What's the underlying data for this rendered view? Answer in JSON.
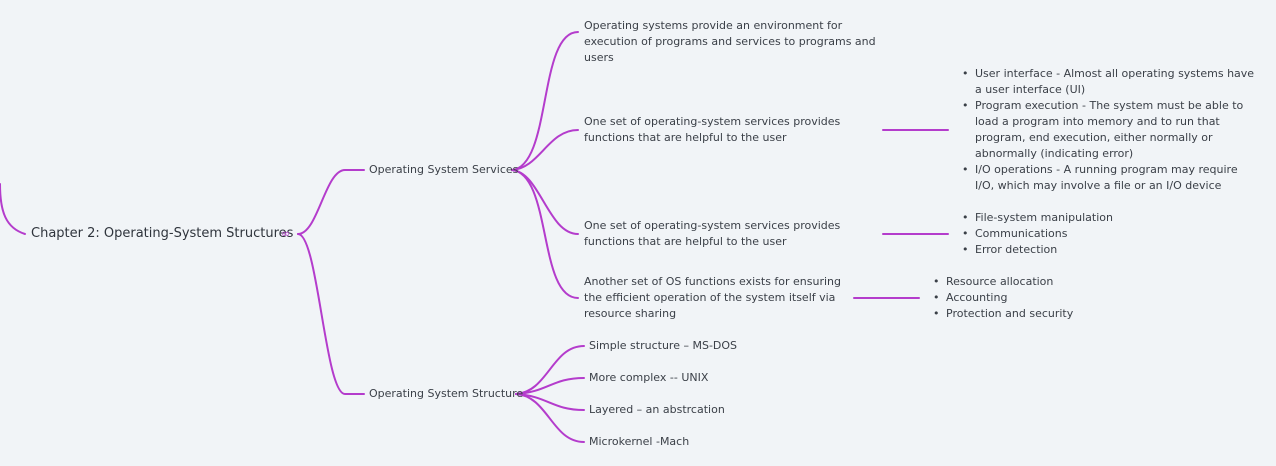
{
  "root": {
    "label": "Chapter 2: Operating-System Structures",
    "link_icon": "link-icon"
  },
  "branches": [
    {
      "label": "Operating System Services",
      "children": [
        {
          "text": "Operating systems provide an environment for execution of programs and services to programs and users",
          "bullets": []
        },
        {
          "text": "One set of operating-system services provides functions that are helpful to the user",
          "bullets": [
            "User interface - Almost all operating systems have a user interface (UI)",
            "Program execution - The system must be able to load a program into memory and to run that program, end execution, either normally or abnormally (indicating error)",
            "I/O operations - A running program may require I/O, which may involve a file or an I/O device"
          ]
        },
        {
          "text": "One set of operating-system services provides functions that are helpful to the user",
          "bullets": [
            "File-system manipulation",
            "Communications",
            "Error detection"
          ]
        },
        {
          "text": "Another set of OS functions exists for ensuring the efficient operation of the system itself via resource sharing",
          "bullets": [
            "Resource allocation",
            "Accounting",
            "Protection and security"
          ]
        }
      ]
    },
    {
      "label": "Operating System Structure",
      "children": [
        {
          "text": "Simple structure – MS-DOS",
          "bullets": []
        },
        {
          "text": "More complex -- UNIX",
          "bullets": []
        },
        {
          "text": "Layered – an abstrcation",
          "bullets": []
        },
        {
          "text": "Microkernel -Mach",
          "bullets": []
        }
      ]
    }
  ],
  "colors": {
    "background": "#f1f4f7",
    "connector": "#b43ccc",
    "text": "#3a3f47"
  }
}
